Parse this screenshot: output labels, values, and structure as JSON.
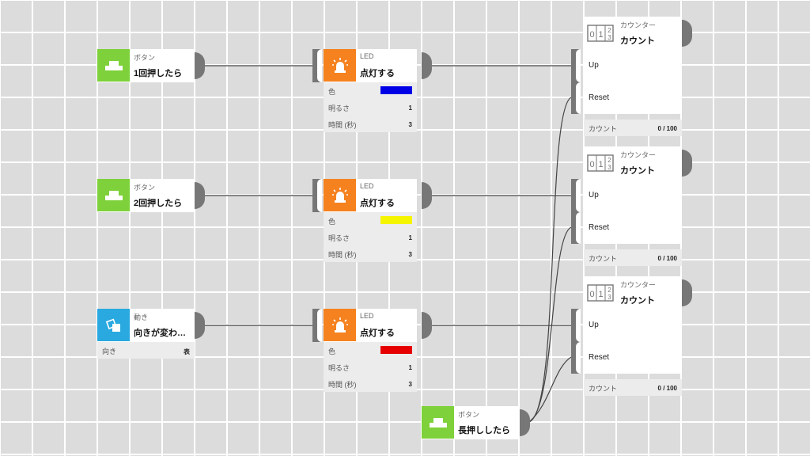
{
  "button_nodes": [
    {
      "type": "ボタン",
      "title": "1回押したら",
      "icon": "button-icon",
      "color": "#7ed13a"
    },
    {
      "type": "ボタン",
      "title": "2回押したら",
      "icon": "button-icon",
      "color": "#7ed13a"
    },
    {
      "type": "ボタン",
      "title": "長押ししたら",
      "icon": "button-icon",
      "color": "#7ed13a"
    }
  ],
  "motion_node": {
    "type": "動き",
    "title": "向きが変わ…",
    "icon": "tilt-icon",
    "color": "#29a9e0",
    "prop_name": "向き",
    "prop_value": "表"
  },
  "led_nodes": [
    {
      "type": "LED",
      "title": "点灯する",
      "icon": "light-icon",
      "color_label": "色",
      "color_value": "#0000e6",
      "brightness_label": "明るさ",
      "brightness": "1",
      "time_label": "時間 (秒)",
      "time": "3"
    },
    {
      "type": "LED",
      "title": "点灯する",
      "icon": "light-icon",
      "color_label": "色",
      "color_value": "#f5f500",
      "brightness_label": "明るさ",
      "brightness": "1",
      "time_label": "時間 (秒)",
      "time": "3"
    },
    {
      "type": "LED",
      "title": "点灯する",
      "icon": "light-icon",
      "color_label": "色",
      "color_value": "#e60000",
      "brightness_label": "明るさ",
      "brightness": "1",
      "time_label": "時間 (秒)",
      "time": "3"
    }
  ],
  "counter_nodes": [
    {
      "type": "カウンター",
      "title": "カウント",
      "icon": "counter-icon",
      "in_up": "Up",
      "in_reset": "Reset",
      "stat_label": "カウント",
      "stat_value": "0 / 100"
    },
    {
      "type": "カウンター",
      "title": "カウント",
      "icon": "counter-icon",
      "in_up": "Up",
      "in_reset": "Reset",
      "stat_label": "カウント",
      "stat_value": "0 / 100"
    },
    {
      "type": "カウンター",
      "title": "カウント",
      "icon": "counter-icon",
      "in_up": "Up",
      "in_reset": "Reset",
      "stat_label": "カウント",
      "stat_value": "0 / 100"
    }
  ],
  "counter_digits": [
    "0",
    "1",
    "2",
    "3"
  ],
  "theme": {
    "grid_background": "#dcdcdc",
    "grid_lines": "#ffffff",
    "port": "#777777",
    "wire": "#444444",
    "led_accent": "#f5821f"
  }
}
